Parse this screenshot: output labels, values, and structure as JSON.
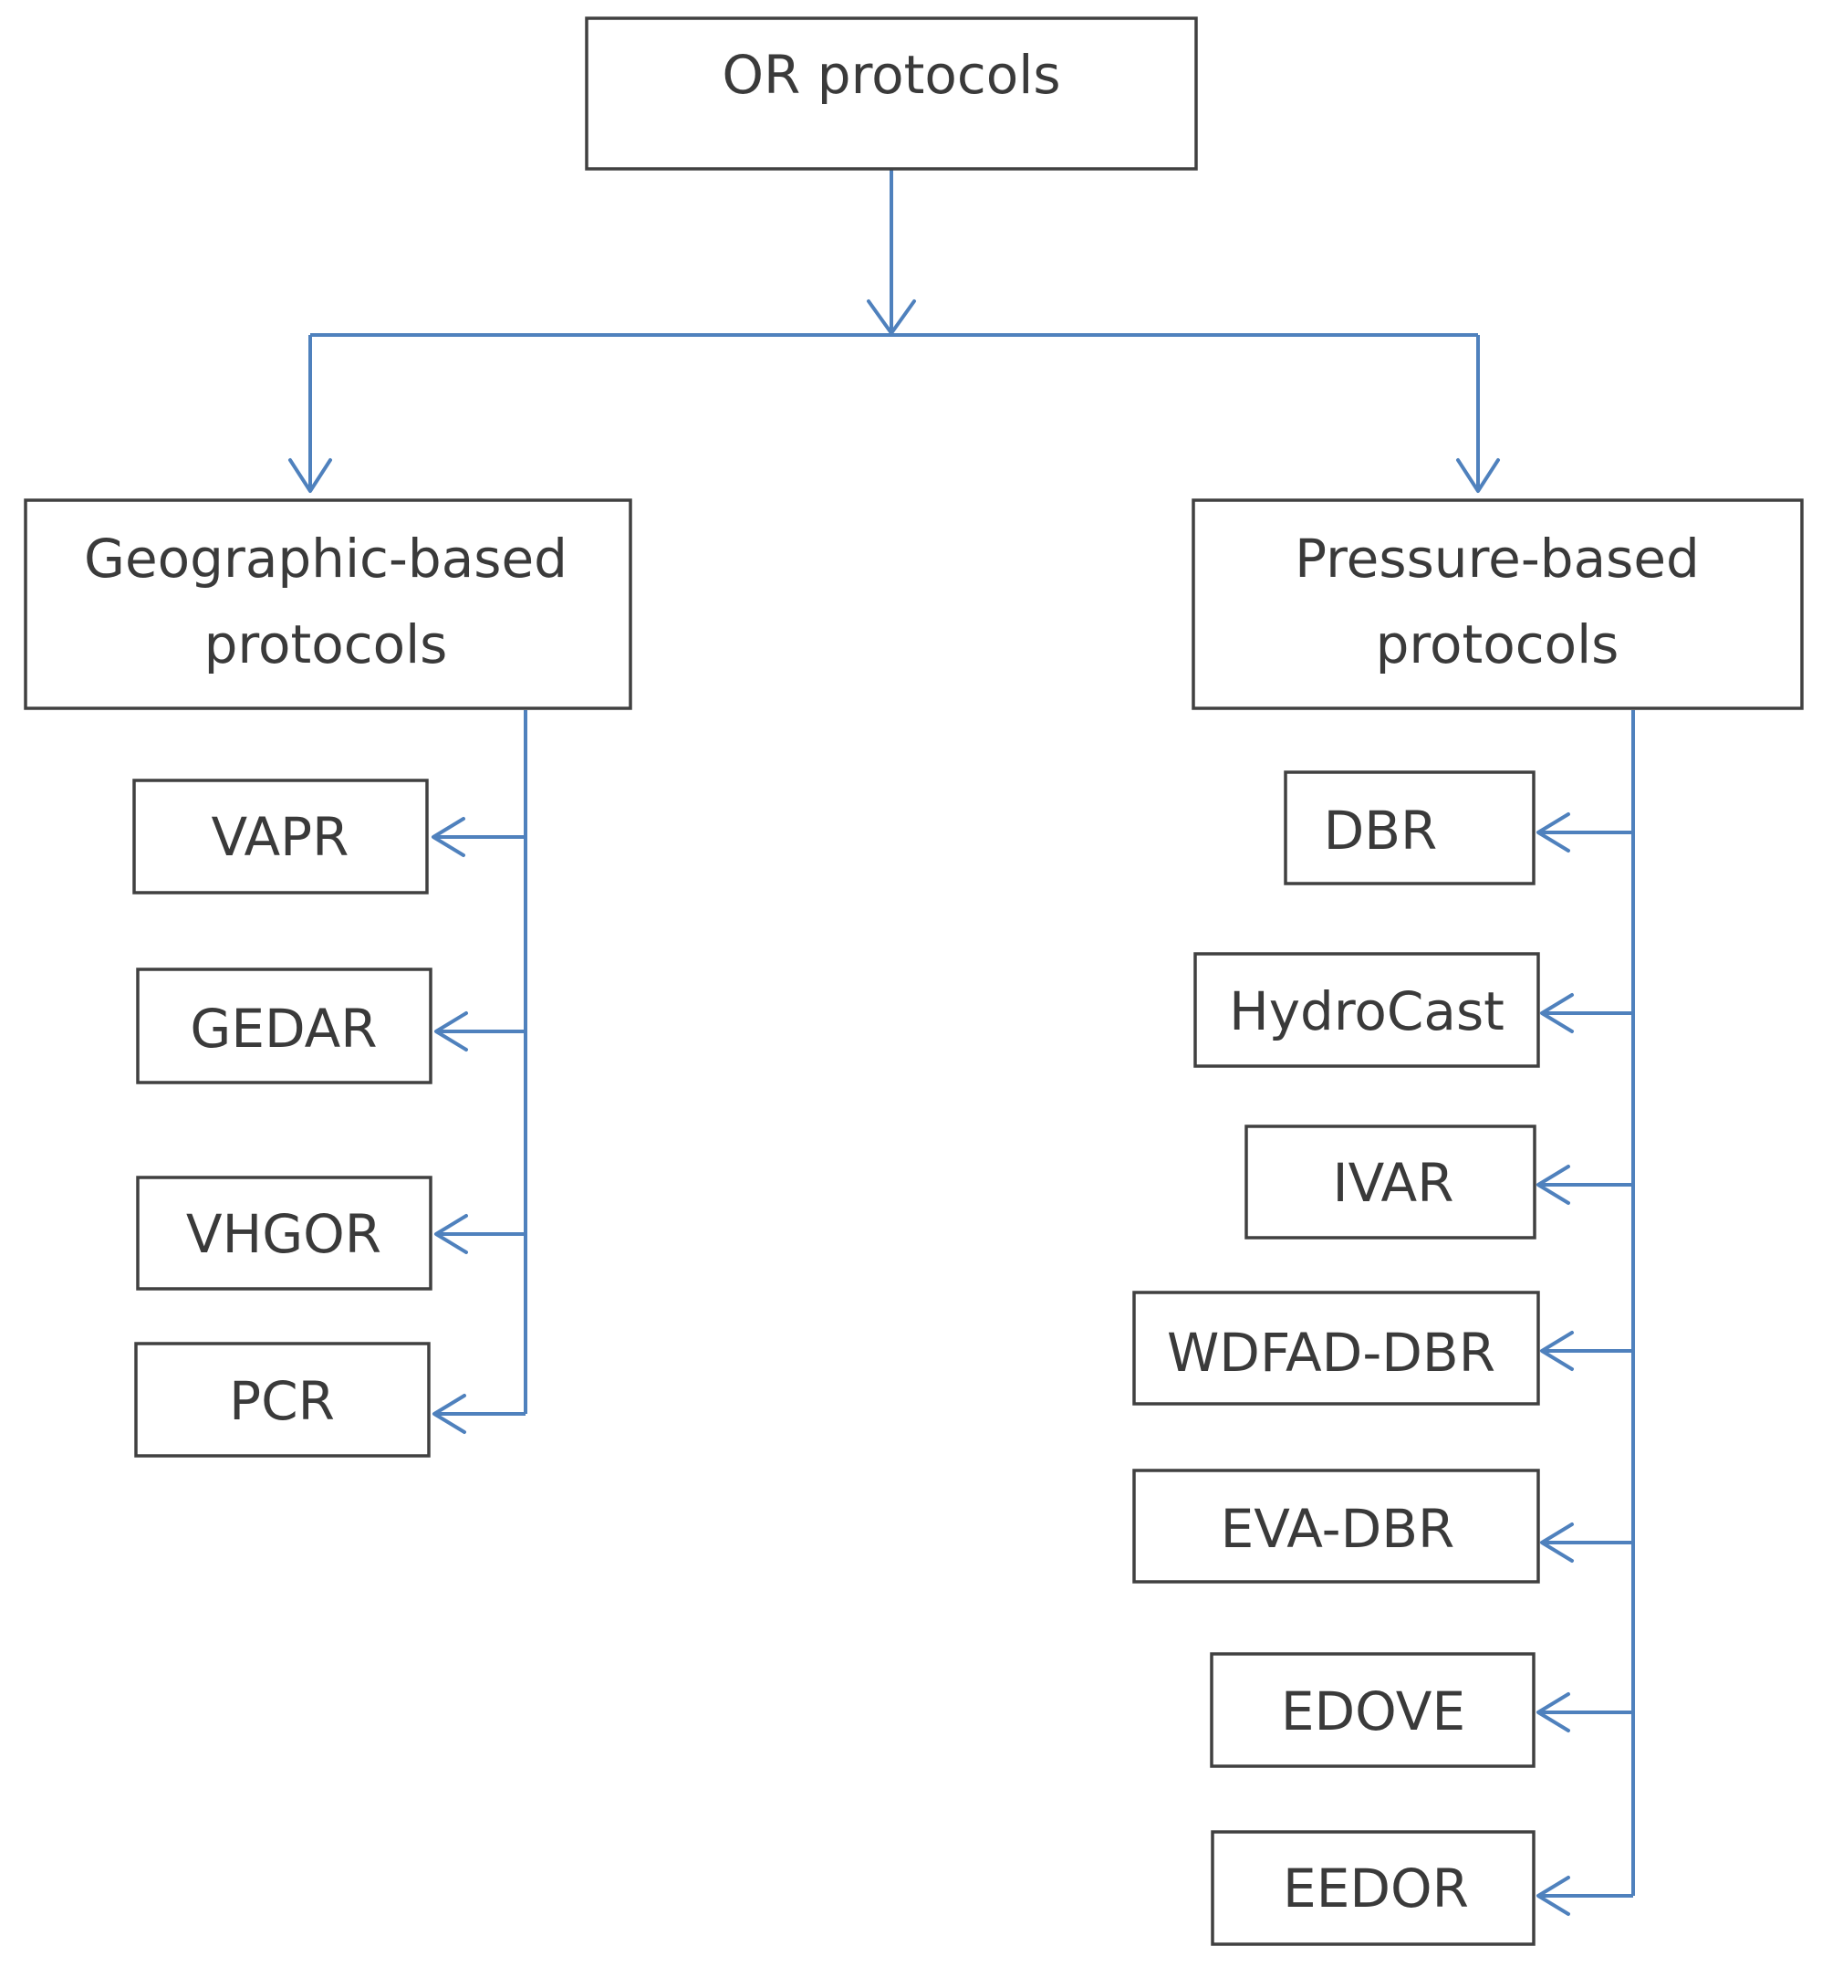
{
  "root": {
    "label": "OR protocols"
  },
  "branches": {
    "geographic": {
      "label_line1": "Geographic-based",
      "label_line2": "protocols",
      "children": [
        "VAPR",
        "GEDAR",
        "VHGOR",
        "PCR"
      ]
    },
    "pressure": {
      "label_line1": "Pressure-based",
      "label_line2": "protocols",
      "children": [
        "DBR",
        "HydroCast",
        "IVAR",
        "WDFAD-DBR",
        "EVA-DBR",
        "EDOVE",
        "EEDOR"
      ]
    }
  },
  "colors": {
    "connector": "#4f81bd",
    "box_border": "#404040",
    "text": "#3a3a3a"
  }
}
